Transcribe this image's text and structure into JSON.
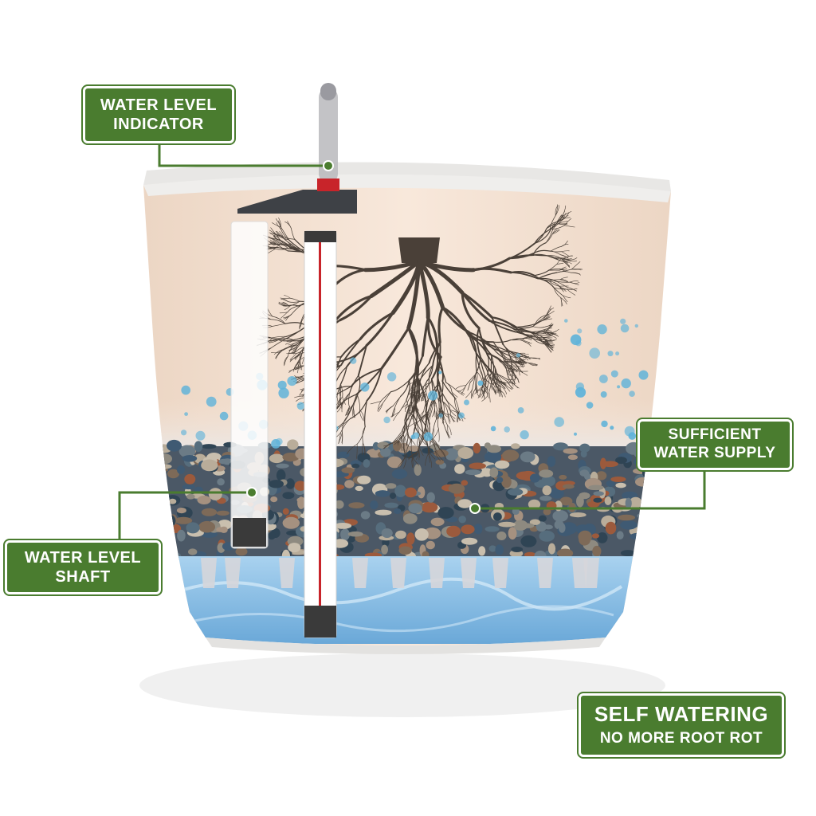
{
  "labels": {
    "water_level_indicator": [
      "WATER LEVEL",
      "INDICATOR"
    ],
    "sufficient_water_supply": [
      "SUFFICIENT",
      "WATER SUPPLY"
    ],
    "water_level_shaft": [
      "WATER LEVEL",
      "SHAFT"
    ],
    "self_watering": [
      "SELF WATERING",
      "NO MORE ROOT ROT"
    ]
  },
  "colors": {
    "label_green": "#4a7c2f",
    "pot_body": "#f6e4d6",
    "pot_rim": "#efeeec",
    "water": "#8fc3e8",
    "gravel_dark": "#3c4f63",
    "root": "#4a4038",
    "bubble": "#5fb3d9",
    "indicator_red": "#c8242a"
  },
  "icons": [
    "planter-pot",
    "water-level-indicator-tube",
    "water-level-shaft",
    "root-system",
    "gravel-layer",
    "water-reservoir",
    "water-bubbles",
    "callout-leader-line"
  ]
}
